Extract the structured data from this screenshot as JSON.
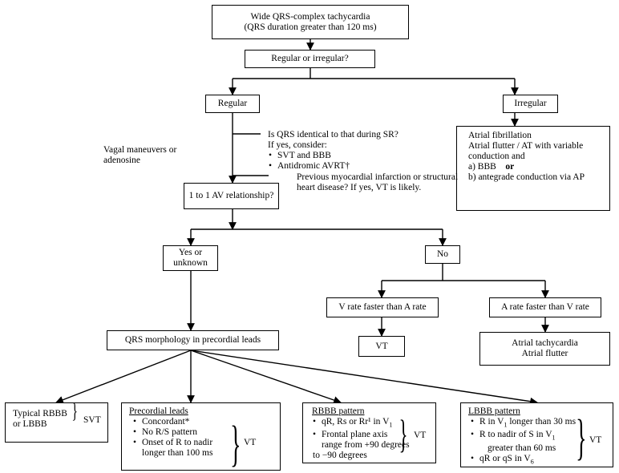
{
  "nodes": {
    "start": {
      "line1": "Wide QRS-complex tachycardia",
      "line2": "(QRS duration greater than 120 ms)"
    },
    "regular_or_irregular": "Regular or irregular?",
    "regular": "Regular",
    "irregular": "Irregular",
    "irregular_detail": {
      "line1": "Atrial fibrillation",
      "line2": "Atrial flutter / AT with variable",
      "line3": "conduction and",
      "line4_a": "a)  BBB",
      "line4_or": "or",
      "line5": "b)  antegrade conduction via AP"
    },
    "qrs_identical": {
      "line1": "Is QRS identical to that during SR?",
      "line2": "If yes, consider:",
      "items": [
        "SVT and BBB",
        "Antidromic AVRT†"
      ]
    },
    "vagal": {
      "line1": "Vagal maneuvers or",
      "line2": "adenosine"
    },
    "previous_mi": {
      "line1": "Previous myocardial infarction or structural",
      "line2": "heart disease?  If yes, VT is likely."
    },
    "av_relationship": "1 to 1 AV relationship?",
    "yes_unknown": {
      "line1": "Yes or",
      "line2": "unknown"
    },
    "no": "No",
    "v_faster": "V rate faster than A rate",
    "a_faster": "A rate faster than V rate",
    "vt_mid": "VT",
    "atrial_tachy": {
      "line1": "Atrial tachycardia",
      "line2": "Atrial flutter"
    },
    "qrs_morph": "QRS morphology in precordial  leads",
    "typical": {
      "line1": "Typical RBBB",
      "line2": "or LBBB",
      "result": "SVT"
    },
    "precordial": {
      "title": "Precordial leads",
      "items": [
        "Concordant*",
        "No R/S pattern",
        "Onset of R to nadir"
      ],
      "cont": "longer than 100 ms",
      "result": "VT"
    },
    "rbbb": {
      "title": "RBBB pattern",
      "item1": "qR, Rs or Rr¹ in V",
      "item1_sub": "1",
      "item2": "Frontal plane axis",
      "cont1": "range from +90 degrees",
      "cont2": "to −90 degrees",
      "result": "VT"
    },
    "lbbb": {
      "title": "LBBB pattern",
      "item1": "R in V",
      "item1_sub": "1",
      "item1_tail": " longer than 30 ms",
      "item2": "R to nadir of S in V",
      "item2_sub": "1",
      "cont": "greater than 60 ms",
      "item3": "qR or qS in V",
      "item3_sub": "6",
      "result": "VT"
    }
  },
  "colors": {
    "line": "#000000",
    "background": "#ffffff"
  }
}
